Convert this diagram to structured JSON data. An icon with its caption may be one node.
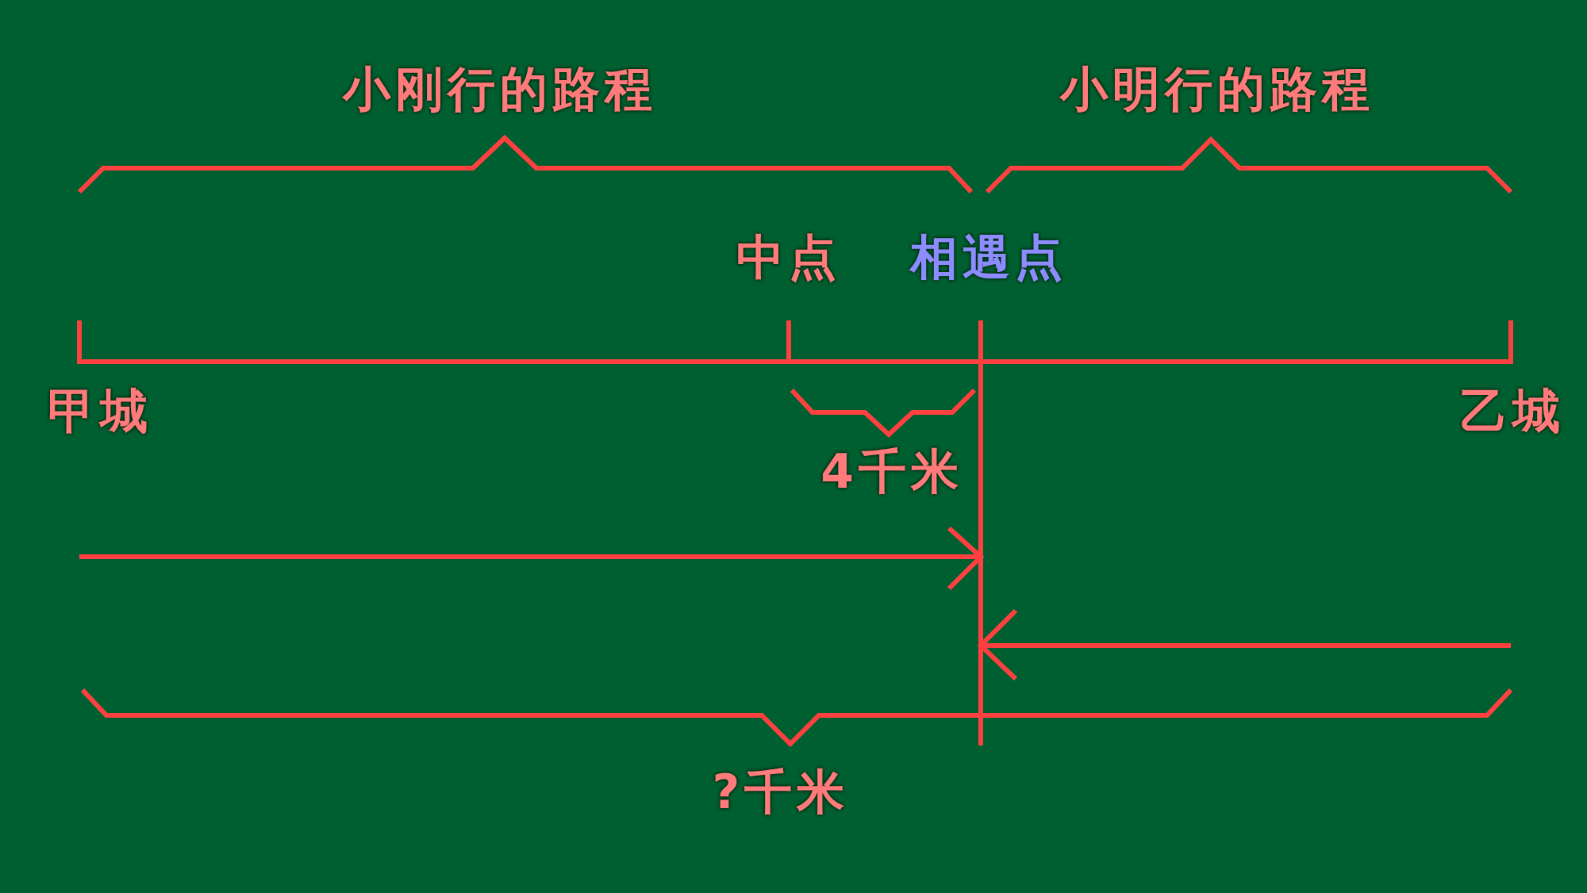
{
  "diagram": {
    "labels": [
      "小刚行的路程",
      "小明行的路程",
      "中点",
      "相遇点",
      "甲城",
      "乙城",
      "4千米",
      "?千米"
    ]
  }
}
